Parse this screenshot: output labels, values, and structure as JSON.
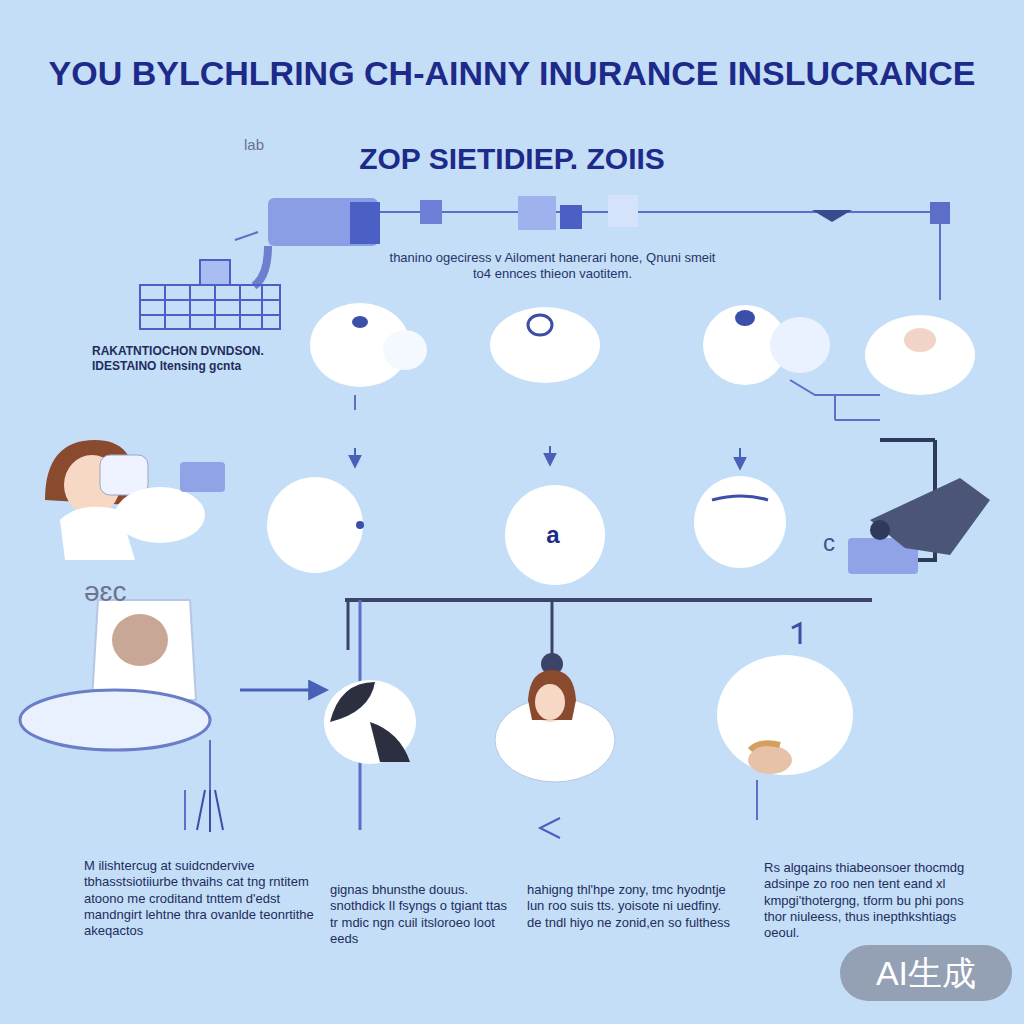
{
  "diagram": {
    "title": "YOU BYLCHLRING CH-AINNY INURANCE INSLUCRANCE",
    "labels": [
      "ZOP SIETIDIEP. ZOIIS",
      "lab",
      "thanino ogeciress v Ailoment hanerari hone, Qnuni smeit to4 ennces thieon vaotitem.",
      "RAKATNTIOCHON DVNDSON. IDESTAINO ltensing gcnta",
      "a",
      "c",
      "ǝɛc",
      "M ilishtercug at suidcndervive tbhasstsiotiiurbe thvaihs cat tng rntitem atoono me croditand tnttem d'edst mandngirt lehtne thra ovanlde teonrtithe akeqactos",
      "gignas bhunsthe douus. snothdick Il fsyngs o tgiant ttas tr mdic ngn cuil itsloroeo loot eeds",
      "hahigng thl'hpe zony, tmc hyodntje lun roo suis tts. yoisote ni uedfiny. de tndl hiyo ne zonid,en so fulthess",
      "Rs algqains thiabeonsoer thocmdg adsinpe zo roo nen tent eand xl kmpgi'thotergng, tform bu phi pons thor niuleess, thus inepthkshtiags oeoul.",
      "AI生成"
    ]
  }
}
